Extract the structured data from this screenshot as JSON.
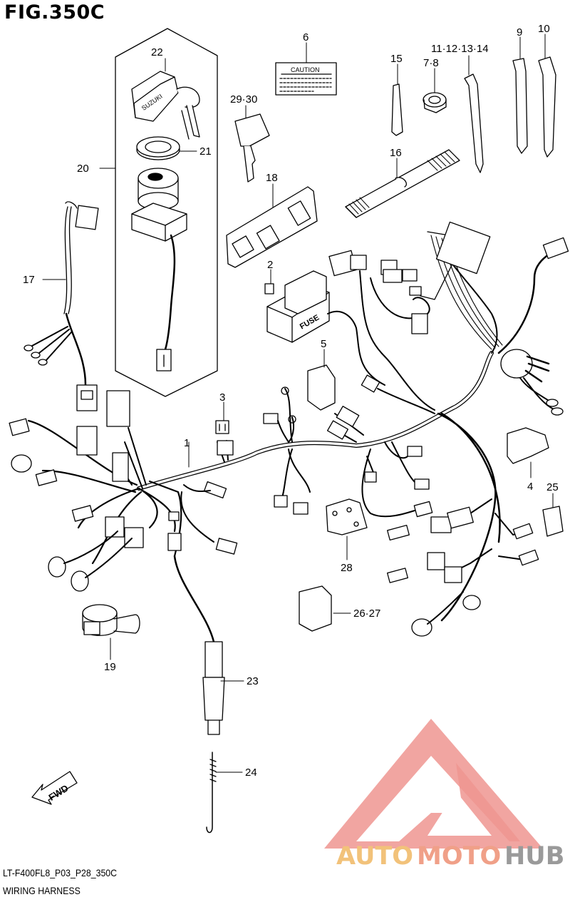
{
  "figure": {
    "title": "FIG.350C",
    "code": "LT-F400FL8_P03_P28_350C",
    "name": "WIRING HARNESS"
  },
  "callouts": [
    "1",
    "2",
    "3",
    "4",
    "5",
    "6",
    "7·8",
    "9",
    "10",
    "11·12·13·14",
    "15",
    "16",
    "17",
    "18",
    "19",
    "20",
    "21",
    "22",
    "23",
    "24",
    "25",
    "26·27",
    "28",
    "29·30"
  ],
  "part_text": {
    "caution": "CAUTION",
    "fuse": "FUSE",
    "brand": "SUZUKI",
    "fwd": "FWD"
  },
  "watermark": {
    "part1": "AUTO",
    "part2": "MOTO",
    "part3": "HUB",
    "colors": {
      "auto": "#f2c27a",
      "moto": "#f0a088",
      "hub": "#9a9a9a",
      "logo": "#ec8a86"
    }
  }
}
